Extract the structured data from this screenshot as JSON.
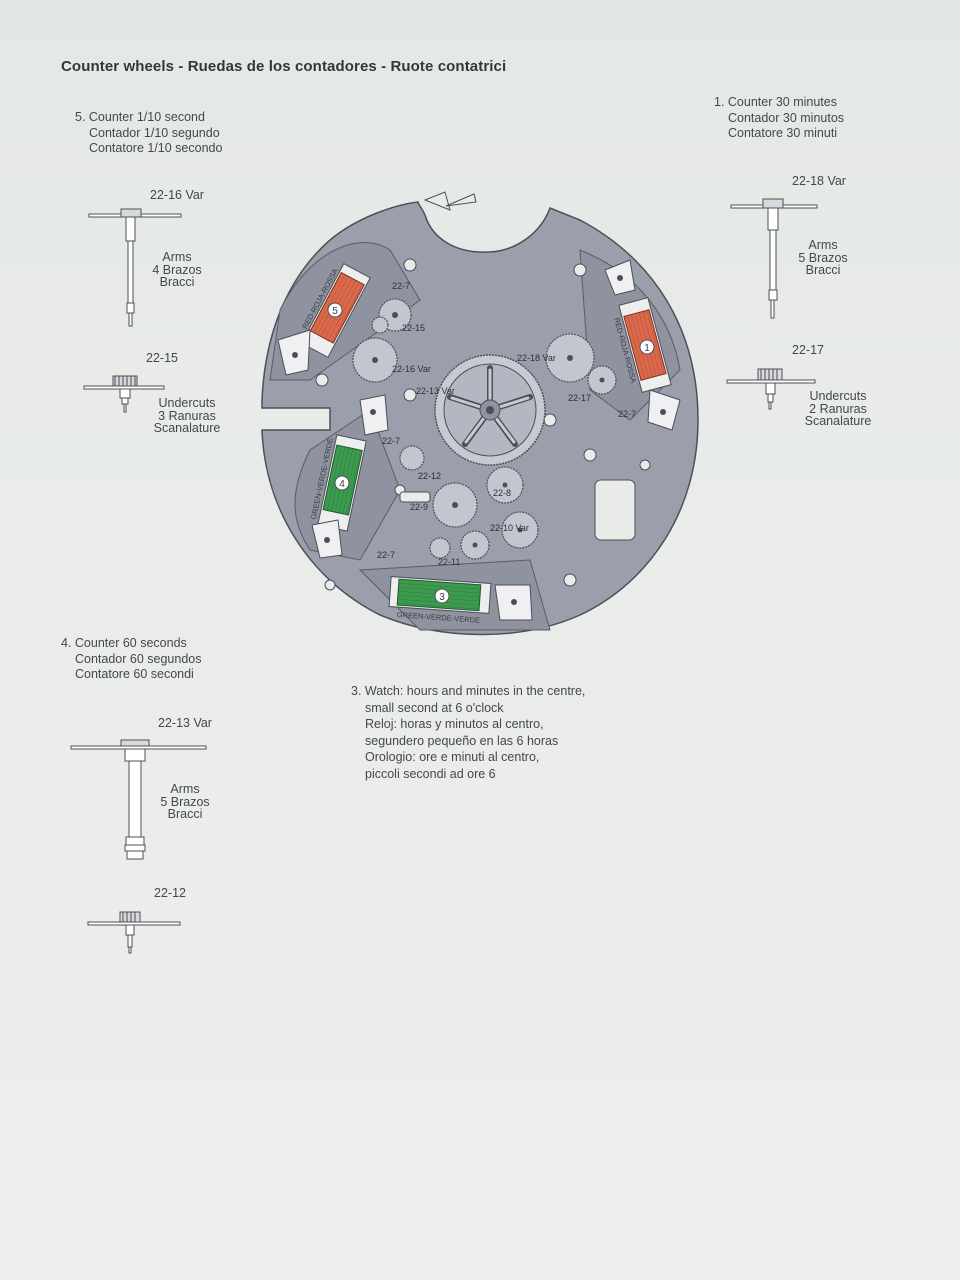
{
  "page": {
    "title": "Counter wheels - Ruedas de los contadores - Ruote contatrici"
  },
  "counters": {
    "c5": {
      "lines": [
        "5. Counter 1/10 second",
        "Contador 1/10 segundo",
        "Contatore 1/10 secondo"
      ]
    },
    "c1": {
      "lines": [
        "1. Counter 30 minutes",
        "Contador 30 minutos",
        "Contatore 30 minuti"
      ]
    },
    "c4": {
      "lines": [
        "4. Counter 60 seconds",
        "Contador 60 segundos",
        "Contatore 60 secondi"
      ]
    },
    "c3": {
      "lines": [
        "3. Watch: hours and minutes in the centre,",
        "small second at 6 o'clock",
        "Reloj: horas y minutos al centro,",
        "segundero pequeño en las 6 horas",
        "Orologio: ore e minuti al centro,",
        "piccoli secondi ad ore 6"
      ]
    }
  },
  "parts": {
    "p2216": {
      "code": "22-16 Var",
      "desc": [
        "Arms",
        "4 Brazos",
        "Bracci"
      ]
    },
    "p2215": {
      "code": "22-15",
      "desc": [
        "Undercuts",
        "3 Ranuras",
        "Scanalature"
      ]
    },
    "p2218": {
      "code": "22-18 Var",
      "desc": [
        "Arms",
        "5 Brazos",
        "Bracci"
      ]
    },
    "p2217": {
      "code": "22-17",
      "desc": [
        "Undercuts",
        "2 Ranuras",
        "Scanalature"
      ]
    },
    "p2213": {
      "code": "22-13 Var",
      "desc": [
        "Arms",
        "5 Brazos",
        "Bracci"
      ]
    },
    "p2212": {
      "code": "22-12"
    }
  },
  "plate": {
    "labels": {
      "l7a": "22-7",
      "l15": "22-15",
      "l16": "22-16 Var",
      "l13": "22-13 Var",
      "l18": "22-18 Var",
      "l17": "22-17",
      "l7b": "22-7",
      "l7c": "22-7",
      "l12": "22-12",
      "l8": "22-8",
      "l9": "22-9",
      "l10": "22-10 Var",
      "l11": "22-11",
      "l7d": "22-7"
    },
    "coils": {
      "c5": {
        "num": "5",
        "text": "RED-ROJA-ROSSA",
        "color": "#d9694a"
      },
      "c1": {
        "num": "1",
        "text": "RED-ROJA-ROSSA",
        "color": "#d9694a"
      },
      "c4": {
        "num": "4",
        "text": "GREEN-VERDE-VERDE",
        "color": "#3c9a4e"
      },
      "c3": {
        "num": "3",
        "text": "GREEN-VERDE-VERDE",
        "color": "#3c9a4e"
      }
    },
    "colors": {
      "plate": "#9b9eab",
      "plate_dark": "#6f7280",
      "background": "#e8ebe8"
    }
  }
}
